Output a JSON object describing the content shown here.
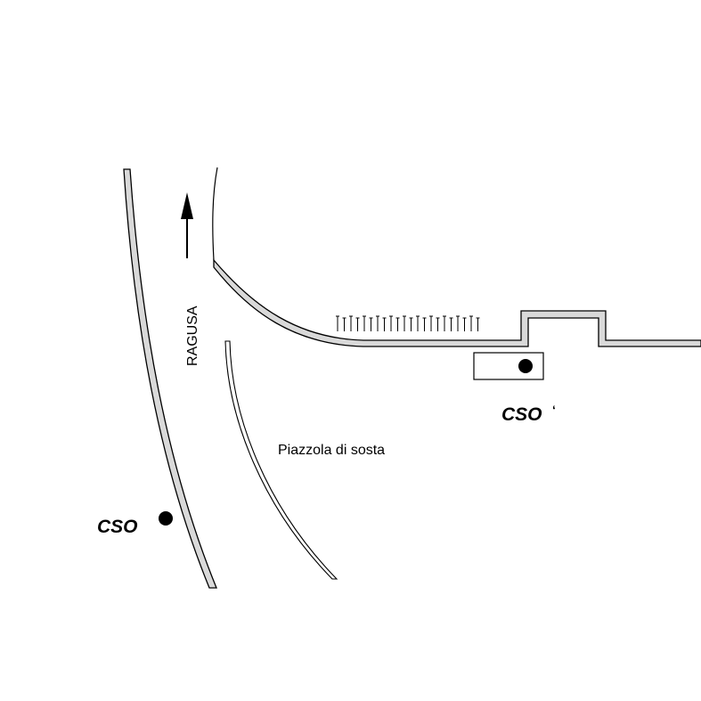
{
  "labels": {
    "direction": "RAGUSA",
    "area": "Piazzola di sosta",
    "cso_left": "CSO",
    "cso_right": "CSO"
  },
  "colors": {
    "road_fill": "#d9d9d9",
    "stroke": "#000000",
    "background": "#ffffff"
  },
  "icons": {
    "direction_arrow": "arrow-up-icon",
    "cso_marker": "filled-circle-icon",
    "barrier_marks": "fence-tick-icon"
  }
}
